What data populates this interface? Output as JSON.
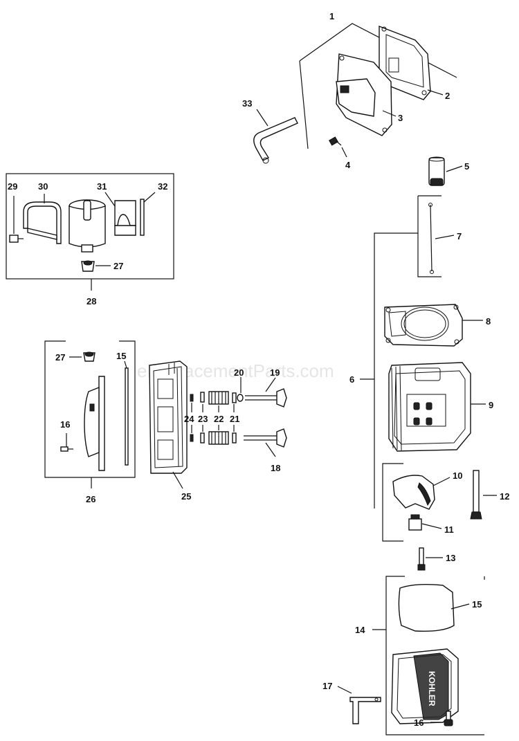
{
  "watermark": "eReplacementParts.com",
  "callouts": {
    "c1": "1",
    "c2": "2",
    "c3": "3",
    "c4": "4",
    "c5": "5",
    "c6": "6",
    "c7": "7",
    "c8": "8",
    "c9": "9",
    "c10": "10",
    "c11": "11",
    "c12": "12",
    "c13": "13",
    "c14": "14",
    "c15a": "15",
    "c15b": "15",
    "c16a": "16",
    "c16b": "16",
    "c17": "17",
    "c18": "18",
    "c19": "19",
    "c20": "20",
    "c21": "21",
    "c22": "22",
    "c23": "23",
    "c24": "24",
    "c25": "25",
    "c26": "26",
    "c27a": "27",
    "c27b": "27",
    "c28": "28",
    "c29": "29",
    "c30": "30",
    "c31": "31",
    "c32": "32",
    "c33": "33"
  },
  "valve_cover_lettering": "KOHLER",
  "colors": {
    "ink": "#111111",
    "background": "#ffffff",
    "watermark": "#cfcfcf"
  }
}
